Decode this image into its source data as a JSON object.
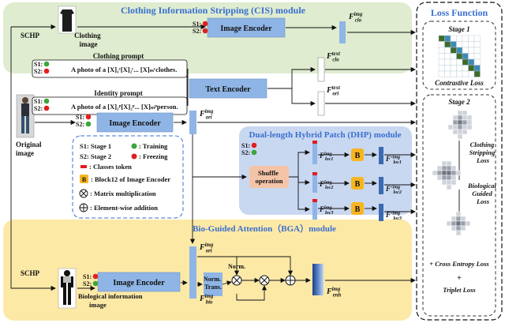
{
  "modules": {
    "cis": "Clothing Information Stripping (CIS) module",
    "dhp": "Dual-length Hybrid Patch (DHP) module",
    "bga": "Bio-Guided Attention（BGA）module",
    "loss": "Loss Function"
  },
  "labels": {
    "schp": "SCHP",
    "clothing_image": "Clothing image",
    "clothing_prompt": "Clothing prompt",
    "identity_prompt": "Identity prompt",
    "original_image": "Original image",
    "bio_image": "Biological information image",
    "shuffle": "Shuffle operation",
    "norm": "Norm.",
    "norm_trans": "Norm. Trans."
  },
  "stage_tags": {
    "s1": "S1:",
    "s2": "S2:"
  },
  "prompts": {
    "clothing": "A photo of a [X]₁ᶜ[X]₂ᶜ... [X]ₘᶜclothes.",
    "identity": "A photo of a [X]₁ᵖ[X]₂ᵖ... [X]ₘᵖperson."
  },
  "encoders": {
    "image": "Image Encoder",
    "text": "Text Encoder"
  },
  "features": {
    "f_clo_img": "F_clo^img",
    "f_clo_text": "F_clo^text",
    "f_ori_text": "F_ori^text",
    "f_ori_img": "F_ori^img",
    "f_loc1": "F_loc1^img",
    "f_loc2": "F_loc2^img",
    "f_loc3": "F_loc3^img",
    "f_loc1p": "F'_loc1^img",
    "f_loc2p": "F'_loc2^img",
    "f_loc3p": "F'_loc3^img",
    "f_ori_img_bga": "F_ori^img",
    "f_bio_img": "F_bio^img",
    "f_enh_img": "F_enh^img"
  },
  "legend": {
    "s1": "S1: Stage 1",
    "s2": "S2: Stage 2",
    "training": ": Training",
    "freezing": ": Freezing",
    "cls": ": Classes token",
    "block12": ": Block12 of Image Encoder",
    "matmul": ": Matrix multiplication",
    "add": ": Element-wise addition",
    "b_letter": "B"
  },
  "loss": {
    "stage1": "Stage 1",
    "contrastive": "Contrastive Loss",
    "stage2": "Stage 2",
    "clothing_stripping": "Clothing Stripping Loss",
    "bio_guided": "Biological Guided Loss",
    "cross_entropy": "+ Cross Entropy Loss",
    "plus": "+",
    "triplet": "Triplet Loss"
  },
  "colors": {
    "cis_bg": "#dfeccf",
    "bga_bg": "#fde9a6",
    "dhp_bg": "#c9d8f1",
    "encoder": "#8fb5e6",
    "title": "#3a6fd0",
    "green_dot": "#3ca53c",
    "red_dot": "#e02020",
    "b_block": "#f7b520",
    "cls_token": "#e11b22",
    "matrix_green": "#3f6b2a",
    "matrix_blue": "#3e8ab6"
  }
}
